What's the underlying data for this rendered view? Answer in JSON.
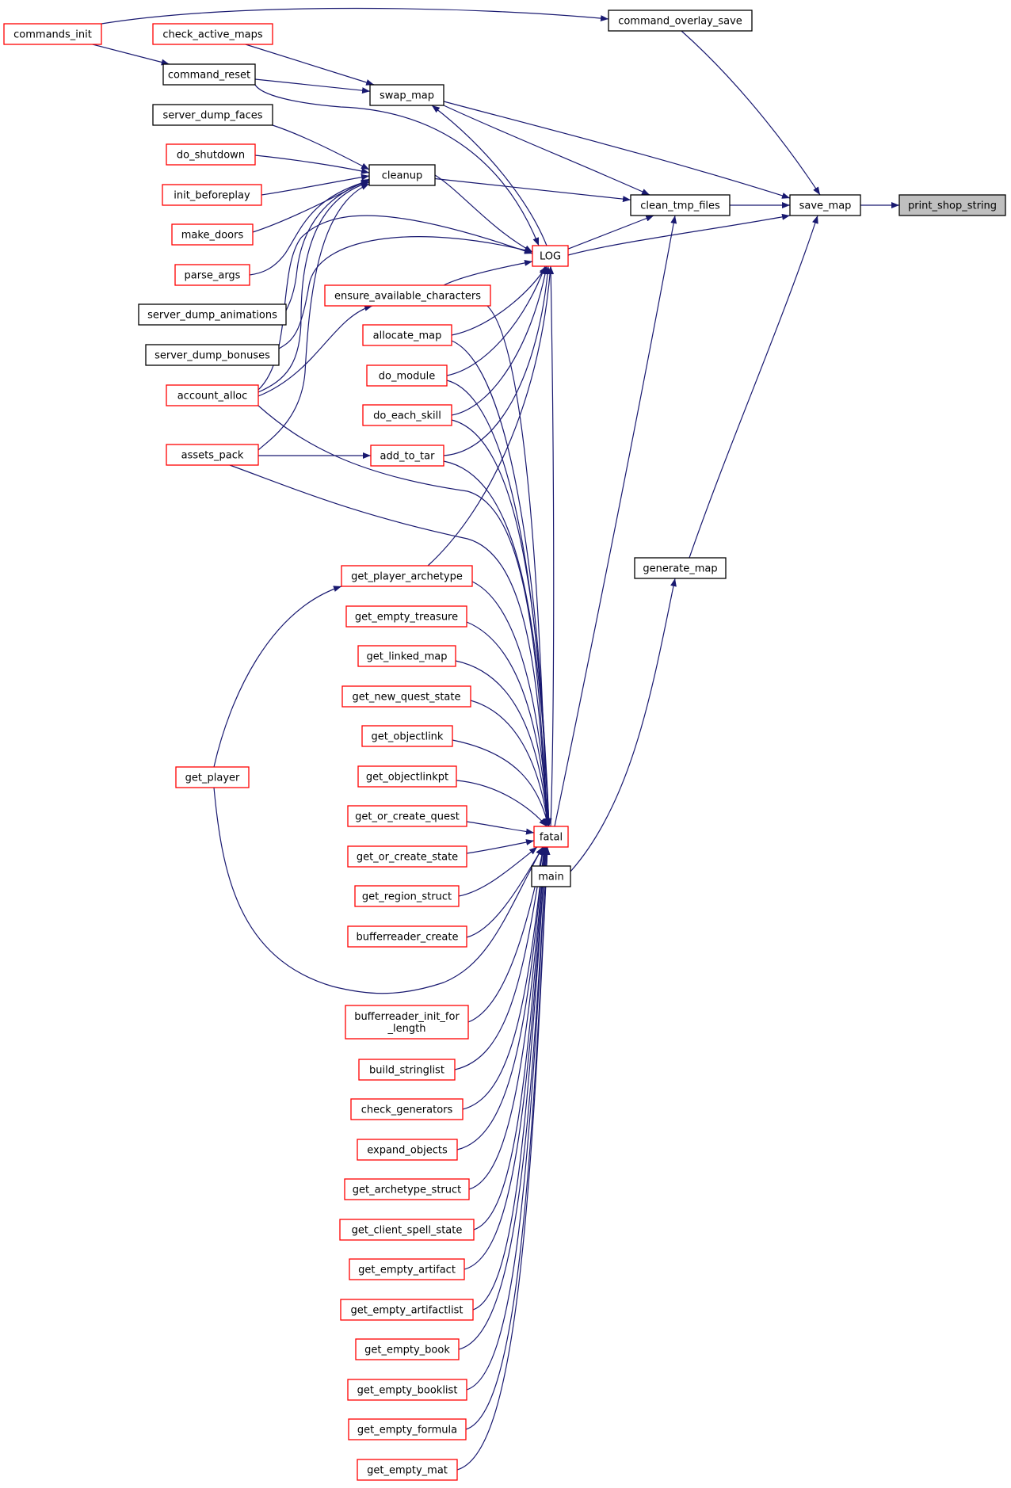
{
  "colors": {
    "edge": "#191970",
    "node_fill": "#ffffff",
    "border_truncated": "#ff0000",
    "border_normal": "#000000",
    "highlight_fill": "#bfbfbf"
  },
  "nodes": {
    "print_shop_string": {
      "label": "print_shop_string",
      "border": "normal",
      "highlight": true
    },
    "save_map": {
      "label": "save_map",
      "border": "normal"
    },
    "command_overlay_save": {
      "label": "command_overlay_save",
      "border": "normal"
    },
    "clean_tmp_files": {
      "label": "clean_tmp_files",
      "border": "normal"
    },
    "generate_map": {
      "label": "generate_map",
      "border": "normal"
    },
    "LOG": {
      "label": "LOG",
      "border": "truncated"
    },
    "fatal": {
      "label": "fatal",
      "border": "truncated"
    },
    "main": {
      "label": "main",
      "border": "normal"
    },
    "swap_map": {
      "label": "swap_map",
      "border": "normal"
    },
    "cleanup": {
      "label": "cleanup",
      "border": "normal"
    },
    "commands_init": {
      "label": "commands_init",
      "border": "truncated"
    },
    "command_reset": {
      "label": "command_reset",
      "border": "normal"
    },
    "check_active_maps": {
      "label": "check_active_maps",
      "border": "truncated"
    },
    "server_dump_faces": {
      "label": "server_dump_faces",
      "border": "normal"
    },
    "do_shutdown": {
      "label": "do_shutdown",
      "border": "truncated"
    },
    "init_beforeplay": {
      "label": "init_beforeplay",
      "border": "truncated"
    },
    "make_doors": {
      "label": "make_doors",
      "border": "truncated"
    },
    "parse_args": {
      "label": "parse_args",
      "border": "truncated"
    },
    "server_dump_animations": {
      "label": "server_dump_animations",
      "border": "normal"
    },
    "server_dump_bonuses": {
      "label": "server_dump_bonuses",
      "border": "normal"
    },
    "account_alloc": {
      "label": "account_alloc",
      "border": "truncated"
    },
    "assets_pack": {
      "label": "assets_pack",
      "border": "truncated"
    },
    "get_player": {
      "label": "get_player",
      "border": "truncated"
    },
    "ensure_available_characters": {
      "label": "ensure_available_characters",
      "border": "truncated"
    },
    "allocate_map": {
      "label": "allocate_map",
      "border": "truncated"
    },
    "do_module": {
      "label": "do_module",
      "border": "truncated"
    },
    "do_each_skill": {
      "label": "do_each_skill",
      "border": "truncated"
    },
    "add_to_tar": {
      "label": "add_to_tar",
      "border": "truncated"
    },
    "get_player_archetype": {
      "label": "get_player_archetype",
      "border": "truncated"
    },
    "get_empty_treasure": {
      "label": "get_empty_treasure",
      "border": "truncated"
    },
    "get_linked_map": {
      "label": "get_linked_map",
      "border": "truncated"
    },
    "get_new_quest_state": {
      "label": "get_new_quest_state",
      "border": "truncated"
    },
    "get_objectlink": {
      "label": "get_objectlink",
      "border": "truncated"
    },
    "get_objectlinkpt": {
      "label": "get_objectlinkpt",
      "border": "truncated"
    },
    "get_or_create_quest": {
      "label": "get_or_create_quest",
      "border": "truncated"
    },
    "get_or_create_state": {
      "label": "get_or_create_state",
      "border": "truncated"
    },
    "get_region_struct": {
      "label": "get_region_struct",
      "border": "truncated"
    },
    "bufferreader_create": {
      "label": "bufferreader_create",
      "border": "truncated"
    },
    "bufferreader_init_for_length": {
      "label": "bufferreader_init_for\n_length",
      "border": "truncated"
    },
    "build_stringlist": {
      "label": "build_stringlist",
      "border": "truncated"
    },
    "check_generators": {
      "label": "check_generators",
      "border": "truncated"
    },
    "expand_objects": {
      "label": "expand_objects",
      "border": "truncated"
    },
    "get_archetype_struct": {
      "label": "get_archetype_struct",
      "border": "truncated"
    },
    "get_client_spell_state": {
      "label": "get_client_spell_state",
      "border": "truncated"
    },
    "get_empty_artifact": {
      "label": "get_empty_artifact",
      "border": "truncated"
    },
    "get_empty_artifactlist": {
      "label": "get_empty_artifactlist",
      "border": "truncated"
    },
    "get_empty_book": {
      "label": "get_empty_book",
      "border": "truncated"
    },
    "get_empty_booklist": {
      "label": "get_empty_booklist",
      "border": "truncated"
    },
    "get_empty_formula": {
      "label": "get_empty_formula",
      "border": "truncated"
    },
    "get_empty_mat": {
      "label": "get_empty_mat",
      "border": "truncated"
    }
  },
  "edges": [
    [
      "print_shop_string",
      "save_map"
    ],
    [
      "save_map",
      "command_overlay_save"
    ],
    [
      "save_map",
      "clean_tmp_files"
    ],
    [
      "save_map",
      "swap_map"
    ],
    [
      "save_map",
      "LOG"
    ],
    [
      "save_map",
      "generate_map"
    ],
    [
      "command_overlay_save",
      "commands_init"
    ],
    [
      "clean_tmp_files",
      "cleanup"
    ],
    [
      "clean_tmp_files",
      "swap_map"
    ],
    [
      "clean_tmp_files",
      "LOG"
    ],
    [
      "clean_tmp_files",
      "fatal"
    ],
    [
      "generate_map",
      "main"
    ],
    [
      "swap_map",
      "command_reset"
    ],
    [
      "swap_map",
      "check_active_maps"
    ],
    [
      "swap_map",
      "LOG"
    ],
    [
      "command_reset",
      "commands_init"
    ],
    [
      "LOG",
      "command_reset"
    ],
    [
      "LOG",
      "cleanup"
    ],
    [
      "LOG",
      "account_alloc"
    ],
    [
      "LOG",
      "server_dump_bonuses"
    ],
    [
      "LOG",
      "ensure_available_characters"
    ],
    [
      "LOG",
      "allocate_map"
    ],
    [
      "LOG",
      "do_module"
    ],
    [
      "LOG",
      "do_each_skill"
    ],
    [
      "LOG",
      "add_to_tar"
    ],
    [
      "LOG",
      "get_player_archetype"
    ],
    [
      "LOG",
      "fatal"
    ],
    [
      "cleanup",
      "server_dump_faces"
    ],
    [
      "cleanup",
      "do_shutdown"
    ],
    [
      "cleanup",
      "init_beforeplay"
    ],
    [
      "cleanup",
      "make_doors"
    ],
    [
      "cleanup",
      "parse_args"
    ],
    [
      "cleanup",
      "server_dump_animations"
    ],
    [
      "cleanup",
      "account_alloc"
    ],
    [
      "cleanup",
      "assets_pack"
    ],
    [
      "ensure_available_characters",
      "account_alloc"
    ],
    [
      "add_to_tar",
      "assets_pack"
    ],
    [
      "get_player_archetype",
      "get_player"
    ],
    [
      "fatal",
      "ensure_available_characters"
    ],
    [
      "fatal",
      "allocate_map"
    ],
    [
      "fatal",
      "do_module"
    ],
    [
      "fatal",
      "do_each_skill"
    ],
    [
      "fatal",
      "add_to_tar"
    ],
    [
      "fatal",
      "account_alloc"
    ],
    [
      "fatal",
      "assets_pack"
    ],
    [
      "fatal",
      "get_player_archetype"
    ],
    [
      "fatal",
      "get_empty_treasure"
    ],
    [
      "fatal",
      "get_linked_map"
    ],
    [
      "fatal",
      "get_new_quest_state"
    ],
    [
      "fatal",
      "get_objectlink"
    ],
    [
      "fatal",
      "get_objectlinkpt"
    ],
    [
      "fatal",
      "get_or_create_quest"
    ],
    [
      "fatal",
      "get_or_create_state"
    ],
    [
      "fatal",
      "get_region_struct"
    ],
    [
      "fatal",
      "bufferreader_create"
    ],
    [
      "fatal",
      "get_player"
    ],
    [
      "fatal",
      "bufferreader_init_for_length"
    ],
    [
      "fatal",
      "build_stringlist"
    ],
    [
      "fatal",
      "check_generators"
    ],
    [
      "fatal",
      "expand_objects"
    ],
    [
      "fatal",
      "get_archetype_struct"
    ],
    [
      "fatal",
      "get_client_spell_state"
    ],
    [
      "fatal",
      "get_empty_artifact"
    ],
    [
      "fatal",
      "get_empty_artifactlist"
    ],
    [
      "fatal",
      "get_empty_book"
    ],
    [
      "fatal",
      "get_empty_booklist"
    ],
    [
      "fatal",
      "get_empty_formula"
    ],
    [
      "fatal",
      "get_empty_mat"
    ]
  ]
}
